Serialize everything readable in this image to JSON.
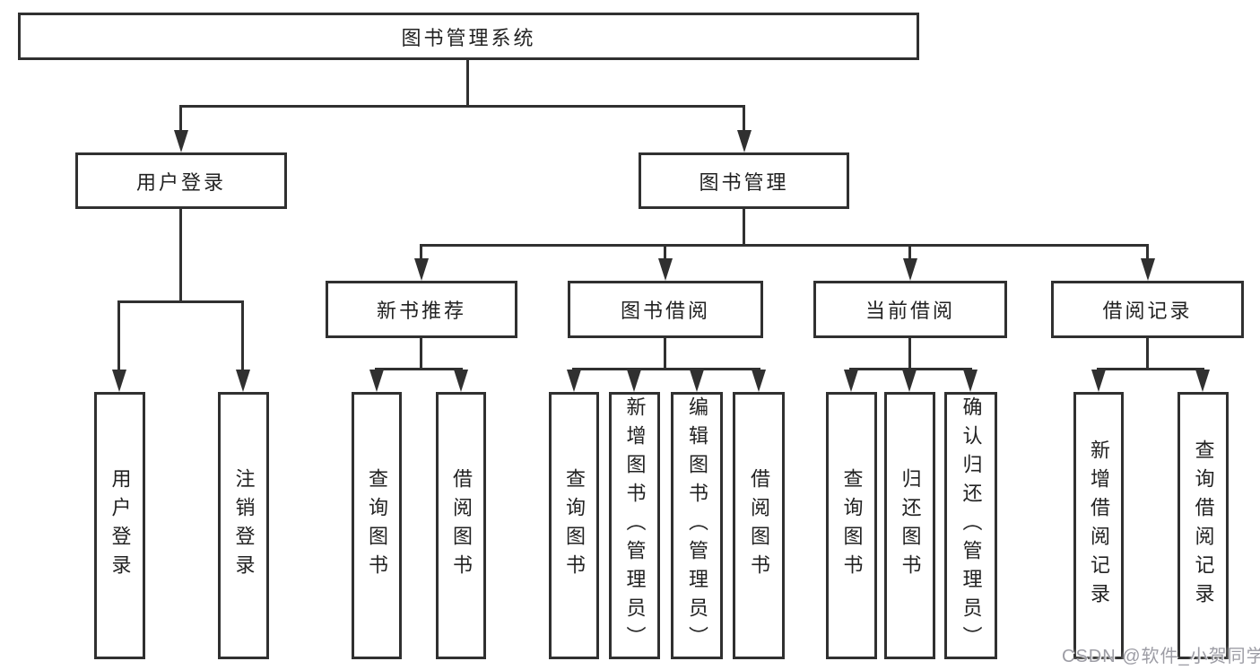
{
  "tree": {
    "label": "图书管理系统",
    "children": [
      {
        "label": "用户登录",
        "children": [
          "用户登录",
          "注销登录"
        ]
      },
      {
        "label": "图书管理",
        "children": [
          {
            "label": "新书推荐",
            "children": [
              "查询图书",
              "借阅图书"
            ]
          },
          {
            "label": "图书借阅",
            "children": [
              "查询图书",
              "新增图书（管理员）",
              "编辑图书（管理员）",
              "借阅图书"
            ]
          },
          {
            "label": "当前借阅",
            "children": [
              "查询图书",
              "归还图书",
              "确认归还（管理员）"
            ]
          },
          {
            "label": "借阅记录",
            "children": [
              "新增借阅记录",
              "查询借阅记录"
            ]
          }
        ]
      }
    ]
  },
  "watermark": {
    "text": "CSDN @软件_小贺同学"
  },
  "colors": {
    "line": "#303030",
    "text": "#222222",
    "watermark": "#9d9da5",
    "background": "#ffffff"
  }
}
